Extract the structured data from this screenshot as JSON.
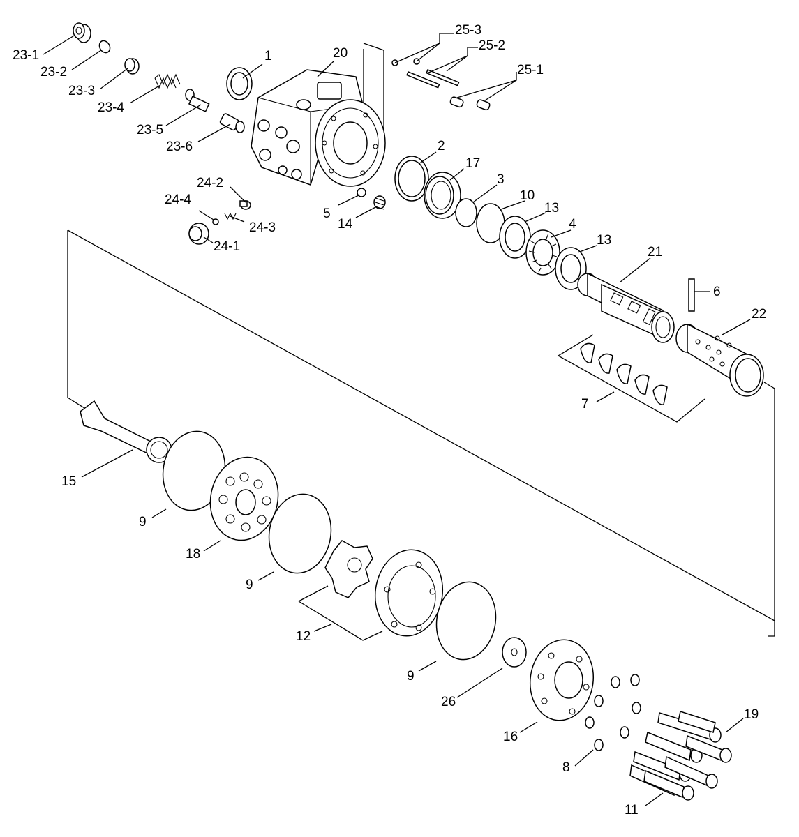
{
  "callouts": {
    "c23_1": "23-1",
    "c23_2": "23-2",
    "c23_3": "23-3",
    "c23_4": "23-4",
    "c23_5": "23-5",
    "c23_6": "23-6",
    "c1": "1",
    "c20": "20",
    "c25_3": "25-3",
    "c25_2": "25-2",
    "c25_1": "25-1",
    "c24_2": "24-2",
    "c24_4": "24-4",
    "c24_3": "24-3",
    "c24_1": "24-1",
    "c5": "5",
    "c14": "14",
    "c2": "2",
    "c17": "17",
    "c3": "3",
    "c10": "10",
    "c13a": "13",
    "c4": "4",
    "c13b": "13",
    "c21": "21",
    "c6": "6",
    "c22": "22",
    "c7": "7",
    "c15": "15",
    "c9a": "9",
    "c18": "18",
    "c9b": "9",
    "c12": "12",
    "c9c": "9",
    "c26": "26",
    "c16": "16",
    "c8": "8",
    "c19": "19",
    "c11": "11"
  }
}
